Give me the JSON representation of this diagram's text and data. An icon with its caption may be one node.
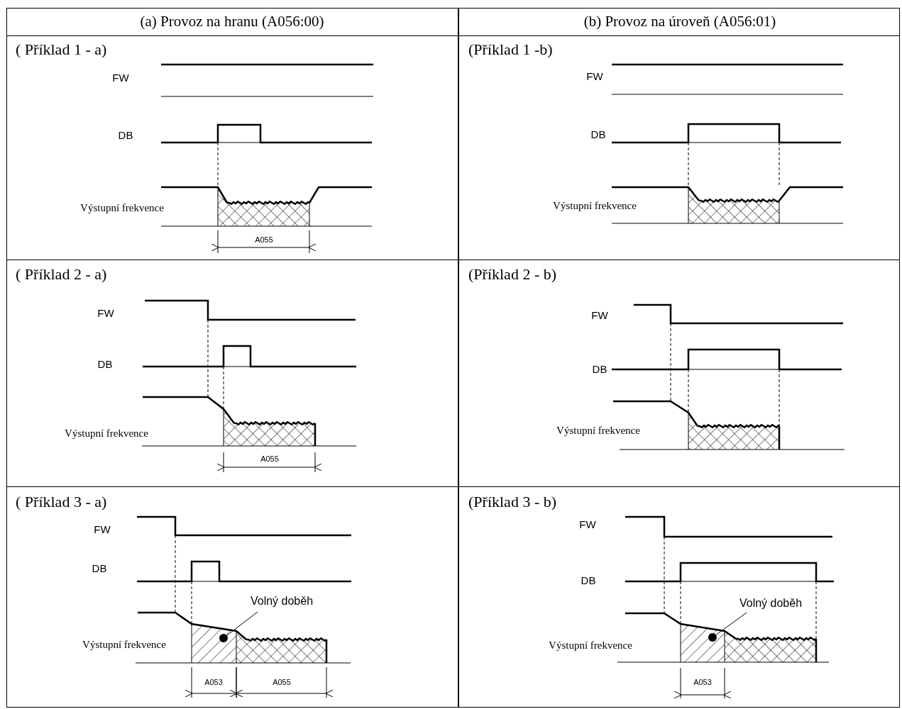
{
  "diagram": {
    "nodes": [
      {
        "text": [
          "Volný doběh"
        ]
      },
      {
        "text": [],
        "shape": "circle"
      },
      {
        "text": [
          "Volný doběh"
        ]
      },
      {
        "text": [],
        "shape": "circle"
      }
    ],
    "edges": [
      {
        "from": 0,
        "to": 1,
        "arrow": "none"
      },
      {
        "from": 2,
        "to": 3,
        "arrow": "none"
      }
    ],
    "labels": [
      "(a) Provoz na hranu (A056:00)",
      "(b) Provoz na úroveň (A056:01)",
      "( Příklad 1 - a)",
      "FW",
      "DB",
      "Výstupní frekvence",
      "A055",
      "(Příklad 1 -b)",
      "FW",
      "DB",
      "Výstupní frekvence",
      "( Příklad 2 - a)",
      "FW",
      "DB",
      "Výstupní frekvence",
      "A055",
      "(Příklad 2 - b)",
      "FW",
      "DB",
      "Výstupní frekvence",
      "( Příklad 3 - a)",
      "FW",
      "DB",
      "Výstupní frekvence",
      "A053",
      "A055",
      "(Příklad 3 - b)",
      "FW",
      "DB",
      "Výstupní frekvence",
      "A053"
    ]
  }
}
